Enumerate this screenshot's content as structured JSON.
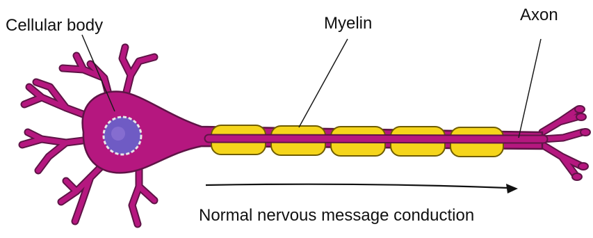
{
  "labels": {
    "cell_body": "Cellular body",
    "myelin": "Myelin",
    "axon": "Axon",
    "conduction": "Normal nervous message conduction"
  },
  "colors": {
    "neuron": "#B5177F",
    "neuron_outline": "#5E1446",
    "myelin": "#F5D51B",
    "myelin_outline": "#6E5C00",
    "nucleus": "#6F5BC4",
    "nucleus_ring": "#E8E8E8",
    "leader_line": "#1A1A1A"
  },
  "myelin_segment_count": 5
}
